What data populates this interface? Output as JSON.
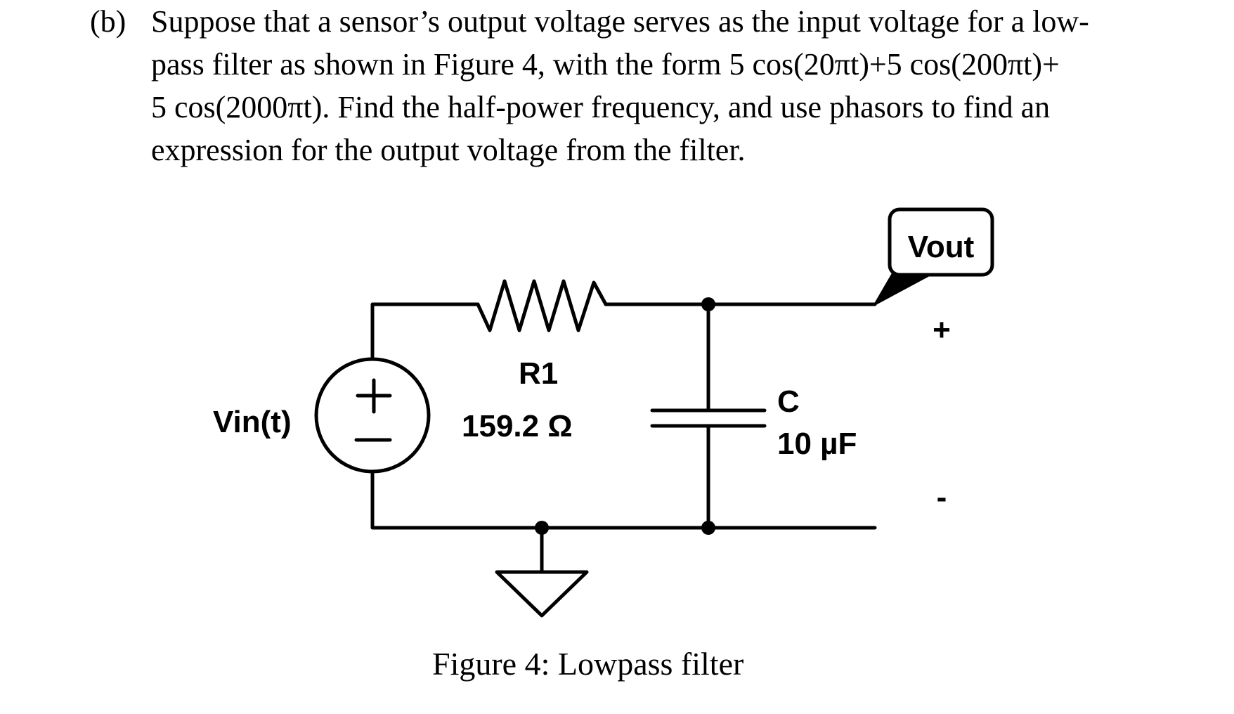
{
  "problem": {
    "label": "(b)",
    "lines": [
      "Suppose that a sensor’s output voltage serves as the input voltage for a low-",
      "pass filter as shown in Figure 4, with the form 5 cos(20πt)+5 cos(200πt)+",
      "5 cos(2000πt). Find the half-power frequency, and use phasors to find an",
      "expression for the output voltage from the filter."
    ]
  },
  "circuit": {
    "source_label": "Vin(t)",
    "source_plus": "+",
    "source_minus": "−",
    "resistor_name": "R1",
    "resistor_value": "159.2 Ω",
    "capacitor_name": "C",
    "capacitor_value": "10 µF",
    "output_label": "Vout",
    "output_plus": "+",
    "output_minus": "-"
  },
  "caption": "Figure 4: Lowpass filter"
}
